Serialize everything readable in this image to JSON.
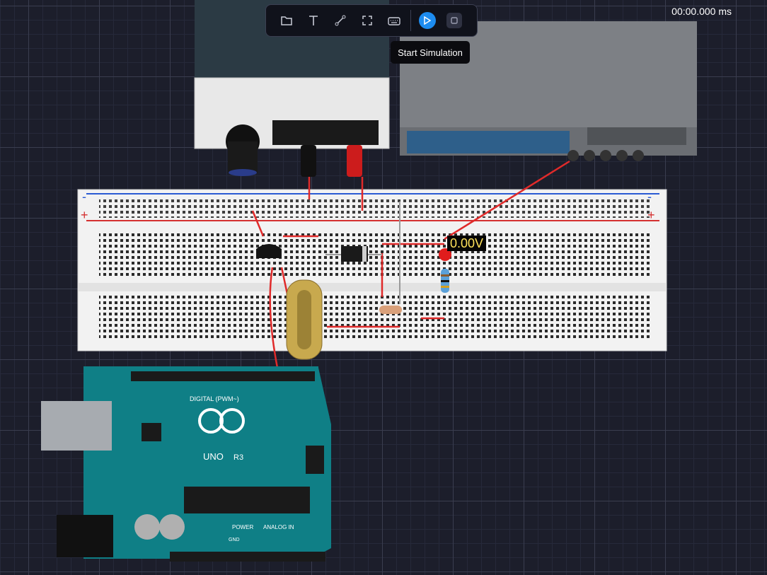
{
  "toolbar": {
    "icons": [
      "folder-icon",
      "text-icon",
      "wire-icon",
      "fullscreen-icon",
      "keyboard-icon",
      "play-icon",
      "stop-icon"
    ]
  },
  "tooltip": {
    "text": "Start Simulation"
  },
  "timer": {
    "text": "00:00.000 ms"
  },
  "probe": {
    "voltage": "0.00V"
  },
  "breadboard": {
    "minus_label": "-",
    "plus_label": "+"
  },
  "arduino": {
    "digital_label": "DIGITAL (PWM~)",
    "model_label": "UNO",
    "rev_label": "R3",
    "power_label": "POWER",
    "analog_label": "ANALOG IN",
    "gnd_label": "GND"
  },
  "colors": {
    "accent": "#1d8cf0",
    "wire_red": "#e02a2a",
    "board_teal": "#0f7f86",
    "background": "#1c1e2b"
  }
}
